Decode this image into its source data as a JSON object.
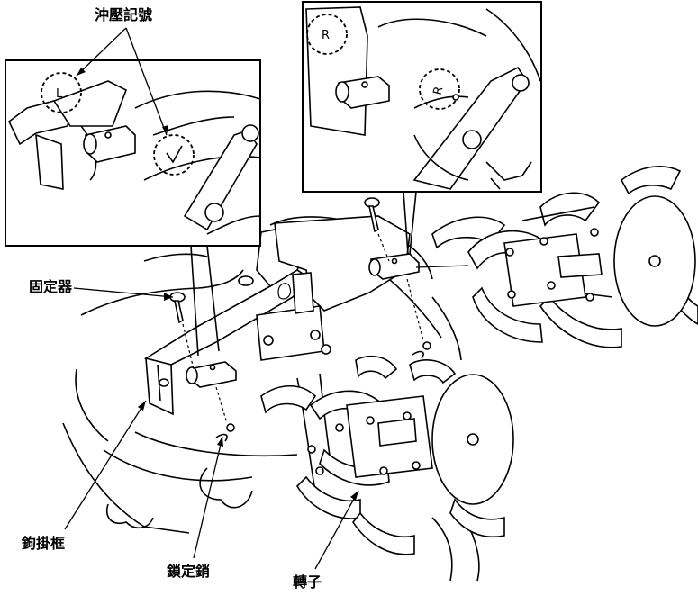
{
  "labels": {
    "stamp_mark": "沖壓記號",
    "fastener": "固定器",
    "hitch_frame": "鉤掛框",
    "lock_pin": "鎖定銷",
    "rotor": "轉子"
  },
  "stamp_marks": {
    "left": "L",
    "right": "R"
  }
}
